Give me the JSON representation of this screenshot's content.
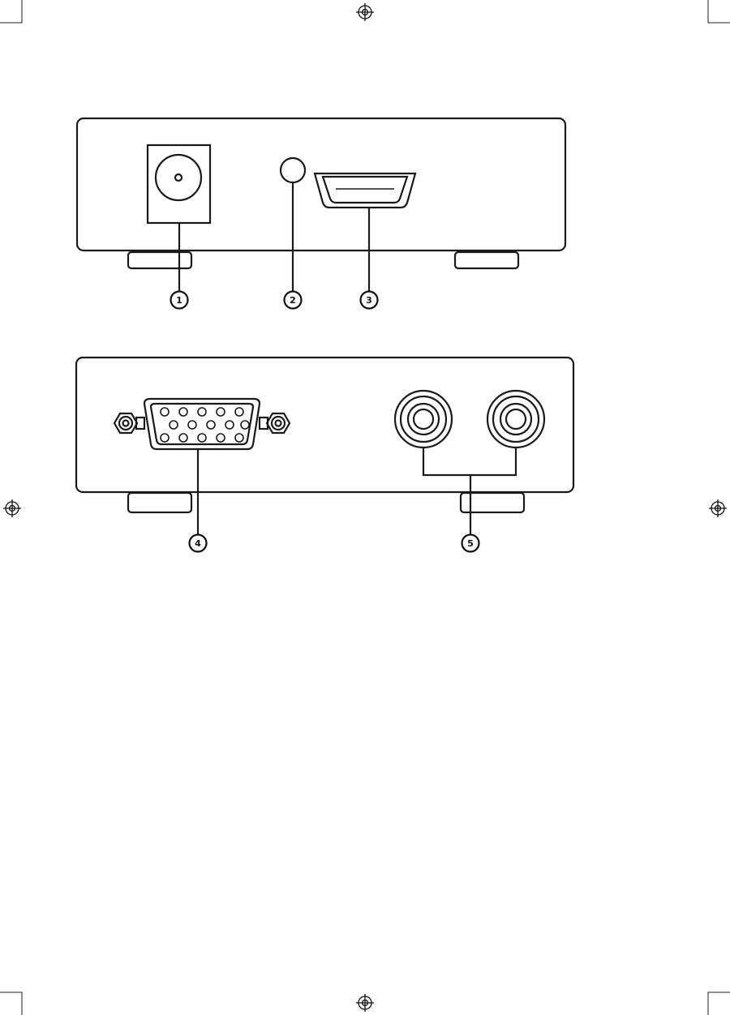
{
  "callouts": [
    {
      "label": "1",
      "part": "power-input-jack"
    },
    {
      "label": "2",
      "part": "power-indicator"
    },
    {
      "label": "3",
      "part": "hdmi-output-port"
    },
    {
      "label": "4",
      "part": "vga-input-port"
    },
    {
      "label": "5",
      "part": "rca-audio-input-jacks"
    }
  ],
  "colors": {
    "line": "#1a1a1a",
    "background": "#ffffff"
  },
  "icons": [
    "registration-mark-icon",
    "crop-mark-icon"
  ]
}
